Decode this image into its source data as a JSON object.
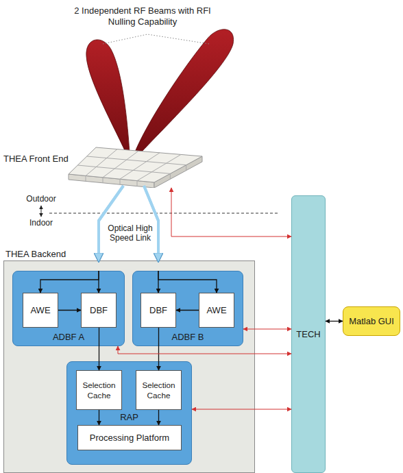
{
  "diagram": {
    "nodes": [
      {
        "text": [
          "THEA Front End"
        ]
      },
      {
        "text": [
          "THEA Backend"
        ]
      },
      {
        "text": [
          "ADBF A"
        ],
        "in": 1
      },
      {
        "text": [
          "AWE"
        ],
        "in": 2
      },
      {
        "text": [
          "DBF"
        ],
        "in": 2
      },
      {
        "text": [
          "ADBF B"
        ],
        "in": 1
      },
      {
        "text": [
          "DBF"
        ],
        "in": 5
      },
      {
        "text": [
          "AWE"
        ],
        "in": 5
      },
      {
        "text": [
          "RAP"
        ],
        "in": 1
      },
      {
        "text": [
          "Selection Cache"
        ],
        "in": 8
      },
      {
        "text": [
          "Selection Cache"
        ],
        "in": 8
      },
      {
        "text": [
          "Processing Platform"
        ],
        "in": 8
      },
      {
        "text": [
          "TECH"
        ]
      },
      {
        "text": [
          "Matlab GUI"
        ]
      }
    ],
    "edges": [
      {
        "from": 0,
        "to": 4,
        "arrow": "to"
      },
      {
        "from": 0,
        "to": 3,
        "arrow": "to"
      },
      {
        "from": 3,
        "to": 4,
        "arrow": "to"
      },
      {
        "from": 0,
        "to": 6,
        "arrow": "to"
      },
      {
        "from": 0,
        "to": 7,
        "arrow": "to"
      },
      {
        "from": 7,
        "to": 6,
        "arrow": "to"
      },
      {
        "from": 4,
        "to": 9,
        "arrow": "to"
      },
      {
        "from": 6,
        "to": 10,
        "arrow": "to"
      },
      {
        "from": 9,
        "to": 11,
        "arrow": "to"
      },
      {
        "from": 10,
        "to": 11,
        "arrow": "to"
      },
      {
        "from": 0,
        "to": 12,
        "arrow": "both"
      },
      {
        "from": 2,
        "to": 12,
        "arrow": "both"
      },
      {
        "from": 5,
        "to": 12,
        "arrow": "both"
      },
      {
        "from": 8,
        "to": 12,
        "arrow": "both"
      },
      {
        "from": 12,
        "to": 13,
        "arrow": "both"
      }
    ],
    "labels": [
      "2 Independent RF Beams with RFI Nulling Capability",
      "Outdoor",
      "Indoor",
      "Optical High Speed Link"
    ]
  }
}
